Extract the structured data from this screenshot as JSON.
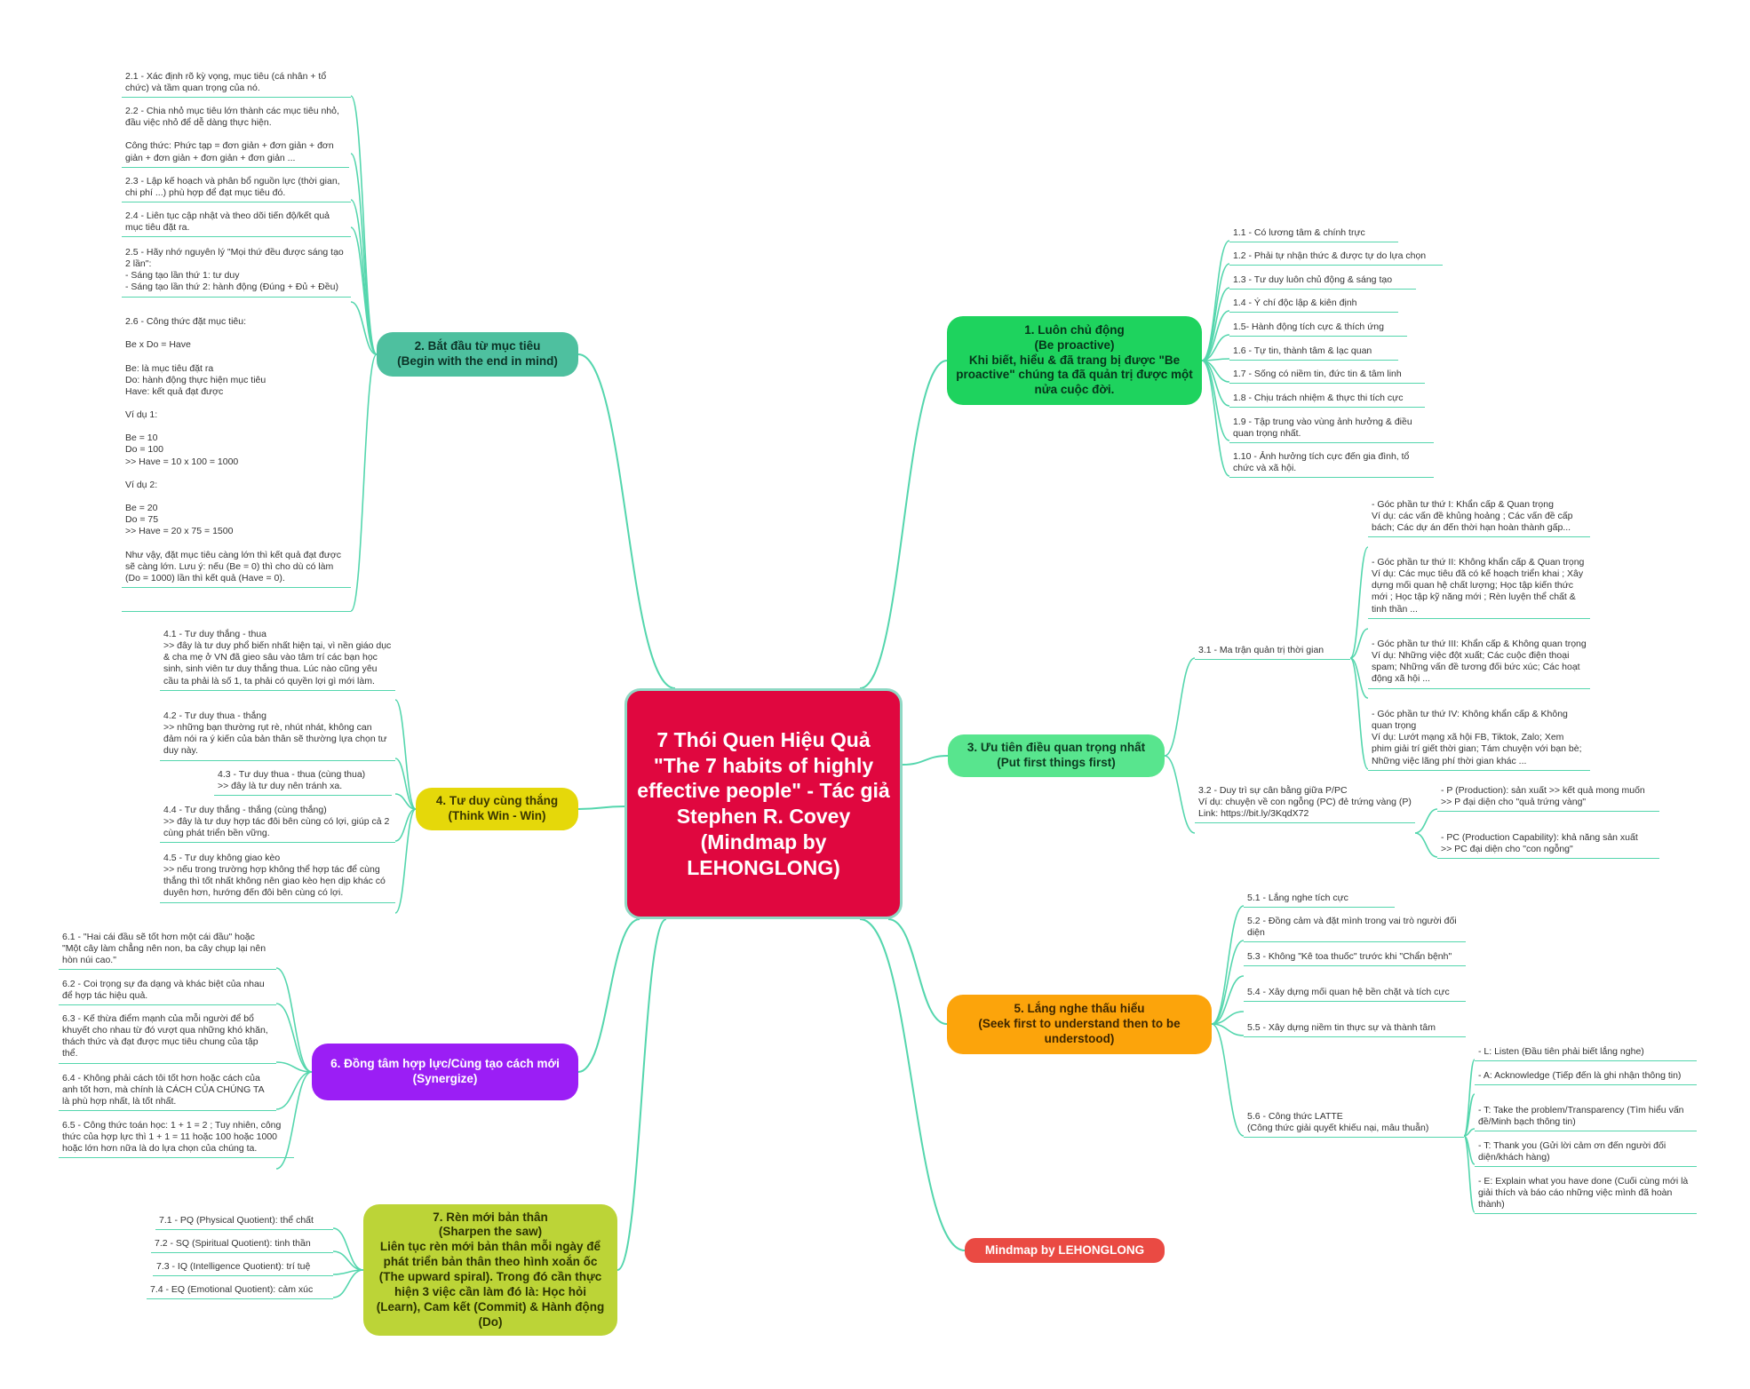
{
  "colors": {
    "link": "#54d6ad",
    "root": "#e0073f",
    "b1": "#1ed35e",
    "b2": "#4ec09f",
    "b3": "#58e58e",
    "b4": "#e5d80a",
    "b5": "#fca40b",
    "b6": "#9b1ef5",
    "b7": "#bcd437",
    "b8": "#ea4a43"
  },
  "root": {
    "text": "7 Thói Quen Hiệu Quả\n\"The 7 habits of highly effective people\" - Tác giả Stephen R. Covey (Mindmap by LEHONGLONG)"
  },
  "branches": {
    "b1": {
      "text": "1. Luôn chủ động\n(Be proactive)\nKhi biết, hiểu & đã trang bị được \"Be proactive\" chúng ta đã quản trị được một nửa cuộc đời."
    },
    "b2": {
      "text": "2. Bắt đầu từ mục tiêu\n(Begin with the end in mind)"
    },
    "b3": {
      "text": "3. Ưu tiên điều quan trọng nhất\n(Put first things first)"
    },
    "b4": {
      "text": "4. Tư duy cùng thắng\n(Think Win - Win)"
    },
    "b5": {
      "text": "5. Lắng nghe thấu hiểu\n(Seek first to understand then to be understood)"
    },
    "b6": {
      "text": "6. Đồng tâm hợp lực/Cùng tạo cách mới\n(Synergize)"
    },
    "b7": {
      "text": "7. Rèn mới bản thân\n(Sharpen the saw)\nLiên tục rèn mới bản thân mỗi ngày để phát triển bản thân theo hình xoắn ốc (The upward spiral). Trong đó cần thực hiện 3 việc cần làm đó là: Học hỏi (Learn), Cam kết (Commit) & Hành động (Do)"
    },
    "b8": {
      "text": "Mindmap by LEHONGLONG"
    }
  },
  "b1_items": [
    "1.1 - Có lương tâm & chính trực",
    "1.2 - Phải tự nhận thức & được tự do lựa chọn",
    "1.3 - Tư duy luôn chủ động & sáng tạo",
    "1.4 - Ý chí độc lập & kiên định",
    "1.5- Hành động tích cực & thích ứng",
    "1.6 - Tự tin, thành tâm & lạc quan",
    "1.7 - Sống có niềm tin, đức tin & tâm linh",
    "1.8 - Chịu trách nhiệm & thực thi tích cực",
    "1.9 - Tập trung vào vùng ảnh hưởng & điều quan trọng nhất.",
    "1.10 - Ảnh hưởng tích cực đến gia đình, tổ chức và xã hội."
  ],
  "b2_items": [
    "2.1 - Xác định rõ kỳ vọng, mục tiêu (cá nhân + tổ chức) và tầm quan trọng của nó.",
    "2.2 - Chia nhỏ mục tiêu lớn thành các mục tiêu nhỏ, đầu việc nhỏ để dễ dàng thực hiện.\n\nCông thức: Phức tạp = đơn giản + đơn giản + đơn giản + đơn giản + đơn giản + đơn giản ...",
    "2.3 - Lập kế hoạch và phân bổ nguồn lực (thời gian, chi phí ...) phù hợp để đạt mục tiêu đó.",
    "2.4 - Liên tục cập nhật và theo dõi tiến độ/kết quả mục tiêu đặt ra.",
    "2.5 - Hãy nhớ nguyên lý \"Mọi thứ đều được sáng tạo 2 lần\":\n - Sáng tạo lần thứ 1: tư duy\n - Sáng tạo lần thứ 2: hành động (Đúng + Đủ + Đều)",
    "2.6 - Công thức đặt mục tiêu:\n\nBe x Do = Have\n\nBe: là mục tiêu đặt ra\nDo: hành động thực hiện mục tiêu\nHave: kết quả đạt được\n\nVí dụ 1:\n\nBe = 10\nDo = 100\n>> Have = 10 x 100 = 1000\n\nVí dụ 2:\n\nBe = 20\nDo = 75\n>> Have = 20 x 75 = 1500\n\nNhư vậy, đặt mục tiêu càng lớn thì kết quả đạt được sẽ càng lớn. Lưu ý: nếu (Be = 0) thì cho dù có làm (Do = 1000) lần thì kết quả (Have = 0)."
  ],
  "b3": {
    "g1_label": "3.1 - Ma trận quản trị thời gian",
    "g1_items": [
      "- Góc phần tư thứ I: Khẩn cấp & Quan trọng\nVí dụ: các vấn đề khủng hoảng ; Các vấn đề cấp bách; Các dự án đến thời hạn hoàn thành gấp...",
      "- Góc phần tư thứ II: Không khẩn cấp & Quan trọng\nVí dụ: Các mục tiêu đã có kế hoạch triển khai ; Xây dựng mối quan hệ chất lượng; Học tập kiến thức mới ; Học tập kỹ năng mới ; Rèn luyện thể chất & tinh thần ...",
      "- Góc phần tư thứ III: Khẩn cấp & Không quan trọng\nVí dụ: Những việc đột xuất; Các cuộc điện thoại spam; Những vấn đề tương đối bức xúc; Các hoạt động xã hội ...",
      "- Góc phần tư thứ IV: Không khẩn cấp & Không quan trọng\nVí dụ: Lướt mạng xã hội FB, Tiktok, Zalo; Xem phim giải trí giết thời gian; Tám chuyện với bạn bè; Những việc lãng phí thời gian khác ..."
    ],
    "g2_label": "3.2 - Duy trì sự cân bằng giữa P/PC\nVí dụ: chuyện về con ngỗng (PC) đẻ trứng vàng (P)\nLink: https://bit.ly/3KqdX72",
    "g2_items": [
      "- P (Production): sản xuất >> kết quả mong muốn\n>> P đại diện cho \"quả trứng vàng\"",
      "- PC (Production Capability): khả năng sản xuất\n>> PC đại diện cho \"con ngỗng\""
    ]
  },
  "b4_items": [
    "4.1 - Tư duy thắng - thua\n>> đây là tư duy phổ biến nhất hiện tại, vì nền giáo dục & cha mẹ ở VN đã gieo sâu vào tâm trí các bạn học sinh, sinh viên tư duy thắng thua. Lúc nào cũng yêu cầu ta phải là số 1, ta phải có quyền lợi gì mới làm.",
    "4.2 - Tư duy thua - thắng\n>> những bạn thường rụt rè, nhút nhát, không can đảm nói ra ý kiến của bản thân sẽ thường lựa chọn tư duy này.",
    "4.3 - Tư duy thua - thua (cùng thua)\n>> đây là tư duy nên tránh xa.",
    "4.4 - Tư duy thắng - thắng (cùng thắng)\n>> đây là tư duy hợp tác đôi bên cùng có lợi, giúp cả 2 cùng phát triển bền vững.",
    "4.5 - Tư duy không giao kèo\n>> nếu trong trường hợp không thể hợp tác để cùng thắng thì tốt nhất không nên giao kèo hẹn dịp khác có duyên hơn, hướng đến đôi bên cùng có lợi."
  ],
  "b5": {
    "items": [
      "5.1 - Lắng nghe tích cực",
      "5.2 - Đồng cảm và đặt mình trong vai trò người đối diện",
      "5.3 - Không \"Kê toa thuốc\" trước khi \"Chẩn bệnh\"",
      "5.4 - Xây dựng mối quan hệ bền chặt và tích cực",
      "5.5 - Xây dựng niềm tin thực sự và thành tâm"
    ],
    "latte_label": "5.6 - Công thức LATTE\n(Công thức giải quyết khiếu nại, mâu thuẫn)",
    "latte_items": [
      "- L: Listen (Đầu tiên phải biết lắng nghe)",
      "- A: Acknowledge (Tiếp đến là ghi nhận thông tin)",
      "- T: Take the problem/Transparency (Tìm hiểu vấn đề/Minh bạch thông tin)",
      "- T: Thank you (Gửi lời cảm ơn đến người đối diện/khách hàng)",
      "- E: Explain what you have done (Cuối cùng mới là giải thích và báo cáo những việc mình đã hoàn thành)"
    ]
  },
  "b6_items": [
    "6.1 - \"Hai cái đầu sẽ tốt hơn một cái đầu\" hoặc \"Một cây làm chẳng nên non, ba cây chụp lại nên hòn núi cao.\"",
    "6.2 - Coi trọng sự đa dạng và khác biệt của nhau để hợp tác hiệu quả.",
    "6.3 - Kế thừa điểm mạnh của mỗi người để bổ khuyết cho nhau từ đó vượt qua những khó khăn, thách thức và đạt được mục tiêu chung của tập thể.",
    "6.4 - Không phải cách tôi tốt hơn hoặc cách của anh tốt hơn, mà chính là CÁCH CỦA CHÚNG TA là phù hợp nhất, là tốt nhất.",
    "6.5 - Công thức toán học: 1 + 1 = 2 ; Tuy nhiên, công thức của hợp lực thì 1 + 1 = 11 hoặc 100 hoặc 1000 hoặc lớn hơn nữa là do lựa chọn của chúng ta."
  ],
  "b7_items": [
    "7.1 - PQ (Physical Quotient): thể chất",
    "7.2 - SQ (Spiritual Quotient): tinh thần",
    "7.3 - IQ (Intelligence Quotient): trí tuệ",
    "7.4 - EQ (Emotional Quotient): cảm xúc"
  ]
}
